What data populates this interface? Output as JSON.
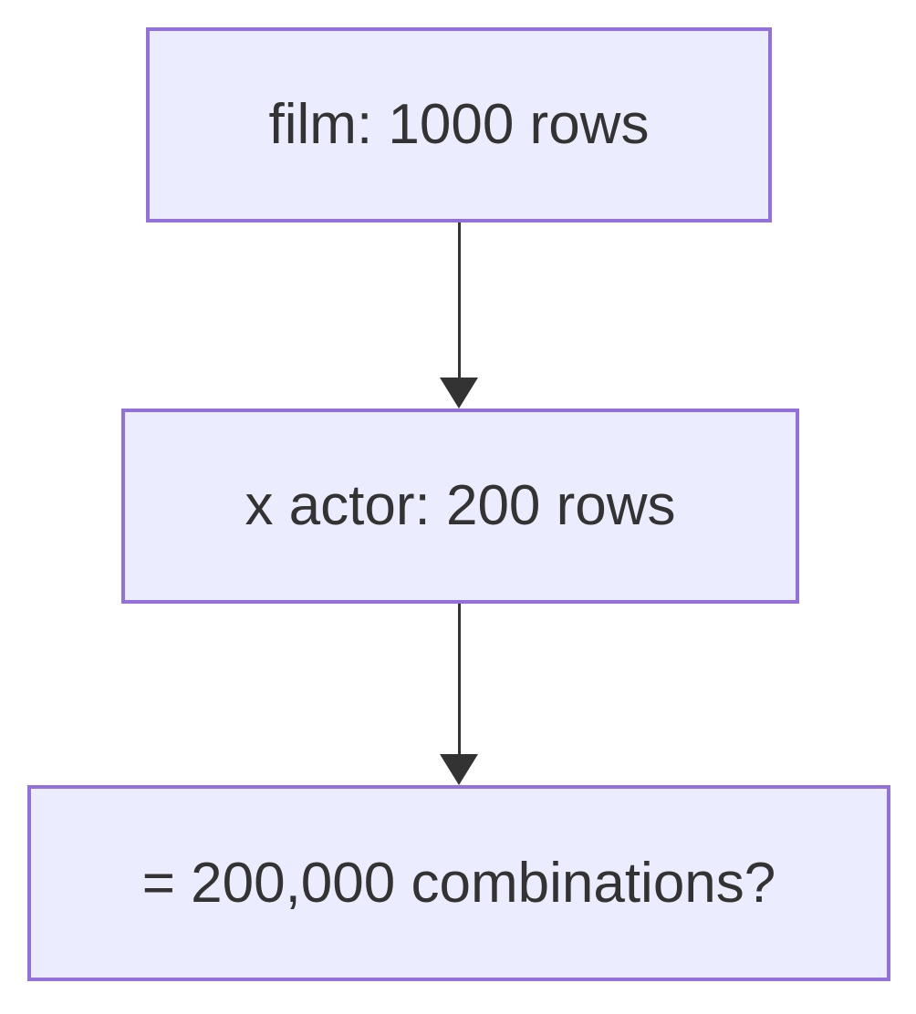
{
  "diagram": {
    "type": "flowchart",
    "direction": "top-down",
    "nodes": [
      {
        "id": "A",
        "label": "film: 1000 rows"
      },
      {
        "id": "B",
        "label": "x actor: 200 rows"
      },
      {
        "id": "C",
        "label": "= 200,000 combinations?"
      }
    ],
    "edges": [
      {
        "from": "A",
        "to": "B",
        "style": "solid-arrow"
      },
      {
        "from": "B",
        "to": "C",
        "style": "solid-arrow"
      }
    ],
    "colors": {
      "node_fill": "#ECECFF",
      "node_border": "#9370DB",
      "text": "#333333",
      "arrow": "#333333",
      "background": "#FFFFFF"
    }
  }
}
